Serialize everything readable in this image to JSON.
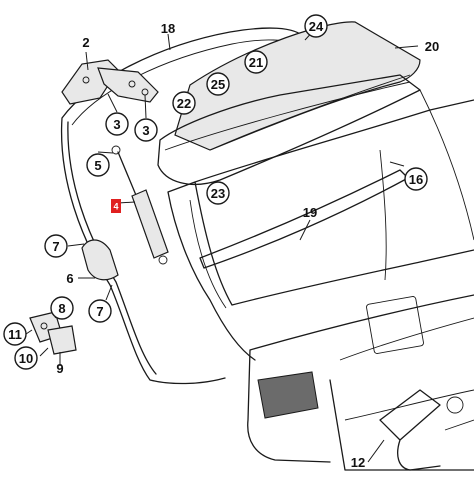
{
  "diagram": {
    "callouts": [
      {
        "id": "p2",
        "label": "2",
        "style": "plain"
      },
      {
        "id": "p18",
        "label": "18",
        "style": "plain"
      },
      {
        "id": "p24",
        "label": "24",
        "style": "circle"
      },
      {
        "id": "p20",
        "label": "20",
        "style": "plain"
      },
      {
        "id": "p21",
        "label": "21",
        "style": "circle"
      },
      {
        "id": "p25",
        "label": "25",
        "style": "circle"
      },
      {
        "id": "p22",
        "label": "22",
        "style": "circle"
      },
      {
        "id": "p3a",
        "label": "3",
        "style": "circle"
      },
      {
        "id": "p3b",
        "label": "3",
        "style": "circle"
      },
      {
        "id": "p5",
        "label": "5",
        "style": "circle"
      },
      {
        "id": "p23",
        "label": "23",
        "style": "circle"
      },
      {
        "id": "p16",
        "label": "16",
        "style": "circle"
      },
      {
        "id": "p4",
        "label": "4",
        "style": "highlight"
      },
      {
        "id": "p19",
        "label": "19",
        "style": "plain"
      },
      {
        "id": "p7a",
        "label": "7",
        "style": "circle"
      },
      {
        "id": "p6",
        "label": "6",
        "style": "plain"
      },
      {
        "id": "p7b",
        "label": "7",
        "style": "circle"
      },
      {
        "id": "p8",
        "label": "8",
        "style": "circle"
      },
      {
        "id": "p11",
        "label": "11",
        "style": "circle"
      },
      {
        "id": "p10",
        "label": "10",
        "style": "circle"
      },
      {
        "id": "p9",
        "label": "9",
        "style": "plain"
      },
      {
        "id": "p12",
        "label": "12",
        "style": "plain"
      }
    ],
    "highlight_color": "#e02020"
  }
}
